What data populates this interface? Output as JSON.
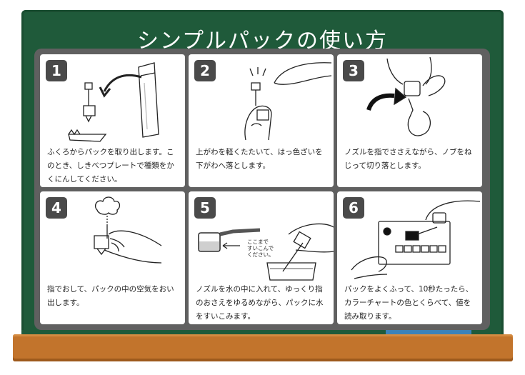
{
  "title": "シンプルパックの使い方",
  "steps": [
    {
      "number": "1",
      "text": "ふくろからパックを取り出します。このとき、しきべつプレートで種類をかくにんしてください。"
    },
    {
      "number": "2",
      "text": "上がわを軽くたたいて、はっ色ざいを下がわへ落とします。"
    },
    {
      "number": "3",
      "text": "ノズルを指でささえながら、ノブをねじって切り落とします。"
    },
    {
      "number": "4",
      "text": "指でおして、パックの中の空気をおい出します。"
    },
    {
      "number": "5",
      "text": "ノズルを水の中に入れて、ゆっくり指のおさえをゆるめながら、パックに水をすいこみます。"
    },
    {
      "number": "6",
      "text": "パックをよくふって、10秒たったら、カラーチャートの色とくらべて、値を読み取ります。"
    }
  ],
  "annotation": "ここまで\nすいこんで\nください。",
  "colors": {
    "board": "#1f5a3a",
    "frame": "#606060",
    "ledge": "#c2742c",
    "badge": "#4a4a4a"
  }
}
